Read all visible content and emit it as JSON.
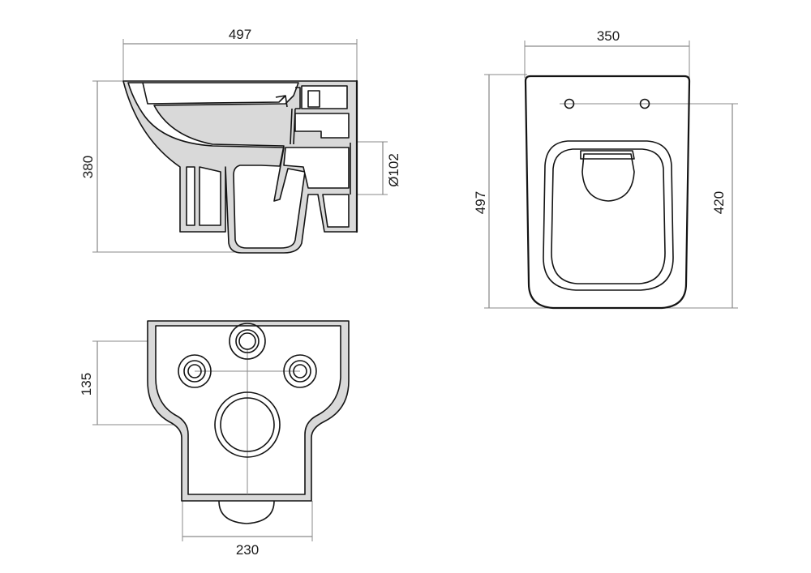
{
  "drawing": {
    "side_view": {
      "width_label": "497",
      "height_label": "380",
      "pipe_label": "Ø102"
    },
    "front_view": {
      "width_label": "350",
      "height_label": "497",
      "mount_label": "420"
    },
    "rear_view": {
      "spacing_label": "135",
      "width_label": "230"
    }
  },
  "colors": {
    "line": "#141414",
    "dimension": "#6e6e6e",
    "wall": "#d9d9d9"
  }
}
